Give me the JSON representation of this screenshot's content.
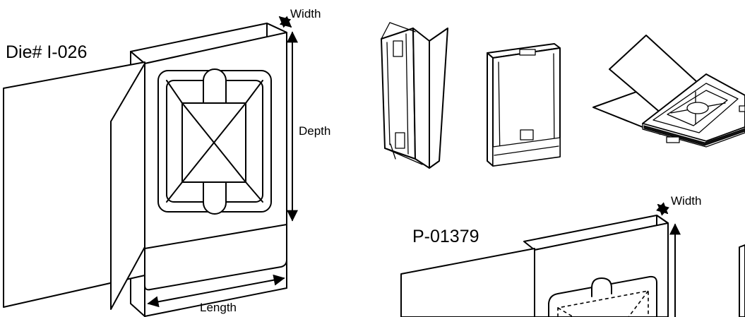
{
  "die_1": {
    "id_label": "Die# I-026",
    "width_label": "Width",
    "depth_label": "Depth",
    "length_label": "Length"
  },
  "die_2": {
    "id_label": "P-01379",
    "width_label": "Width"
  }
}
